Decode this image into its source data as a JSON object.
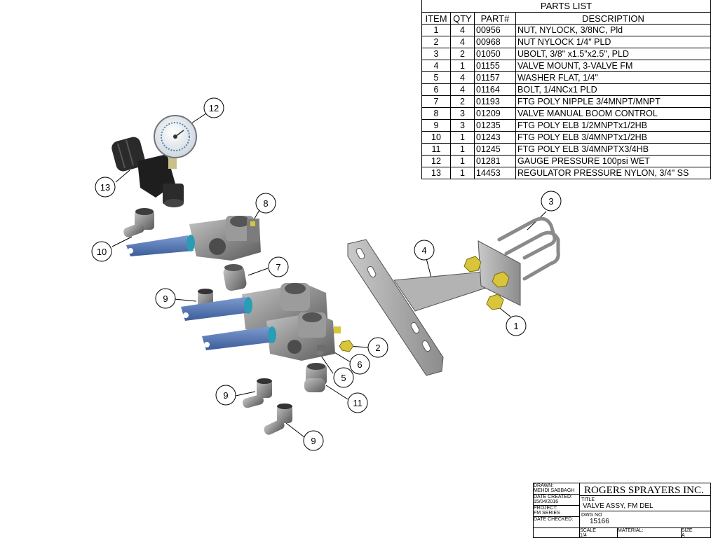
{
  "parts_list": {
    "title": "PARTS LIST",
    "headers": [
      "ITEM",
      "QTY",
      "PART#",
      "DESCRIPTION"
    ],
    "rows": [
      {
        "item": "1",
        "qty": "4",
        "part": "00956",
        "desc": "NUT, NYLOCK, 3/8NC, Pld"
      },
      {
        "item": "2",
        "qty": "4",
        "part": "00968",
        "desc": "NUT NYLOCK 1/4\" PLD"
      },
      {
        "item": "3",
        "qty": "2",
        "part": "01050",
        "desc": "UBOLT, 3/8\" x1.5\"x2.5\", PLD"
      },
      {
        "item": "4",
        "qty": "1",
        "part": "01155",
        "desc": "VALVE MOUNT, 3-VALVE FM"
      },
      {
        "item": "5",
        "qty": "4",
        "part": "01157",
        "desc": "WASHER FLAT, 1/4\""
      },
      {
        "item": "6",
        "qty": "4",
        "part": "01164",
        "desc": "BOLT, 1/4NCx1 PLD"
      },
      {
        "item": "7",
        "qty": "2",
        "part": "01193",
        "desc": "FTG POLY NIPPLE 3/4MNPT/MNPT"
      },
      {
        "item": "8",
        "qty": "3",
        "part": "01209",
        "desc": "VALVE MANUAL BOOM CONTROL"
      },
      {
        "item": "9",
        "qty": "3",
        "part": "01235",
        "desc": "FTG POLY ELB 1/2MNPTx1/2HB"
      },
      {
        "item": "10",
        "qty": "1",
        "part": "01243",
        "desc": "FTG POLY ELB 3/4MNPTx1/2HB"
      },
      {
        "item": "11",
        "qty": "1",
        "part": "01245",
        "desc": "FTG POLY ELB 3/4MNPTX3/4HB"
      },
      {
        "item": "12",
        "qty": "1",
        "part": "01281",
        "desc": "GAUGE PRESSURE 100psi WET"
      },
      {
        "item": "13",
        "qty": "1",
        "part": "14453",
        "desc": "REGULATOR PRESSURE NYLON, 3/4\" SS"
      }
    ]
  },
  "balloons": [
    "12",
    "13",
    "10",
    "8",
    "7",
    "9",
    "2",
    "6",
    "5",
    "11",
    "9",
    "9",
    "3",
    "4",
    "1"
  ],
  "title_block": {
    "drawn_label": "DRAWN:",
    "drawn_value": "MEHDI SABBAGH",
    "date_created_label": "DATE CREATED:",
    "date_created_value": "15/04/2016",
    "project_label": "PROJECT:",
    "project_value": "FM SERIES",
    "date_checked_label": "DATE CHECKED:",
    "company": "ROGERS SPRAYERS INC.",
    "title_label": "TITLE",
    "title_value": "VALVE ASSY, FM DEL",
    "dwg_no_label": "DWG NO",
    "dwg_no_value": "15166",
    "scale_label": "SCALE",
    "scale_value": "1/4",
    "material_label": "MATERIAL:",
    "size_label": "SIZE",
    "size_value": "A"
  },
  "colors": {
    "handle_blue": "#4a6fae",
    "part_grey": "#8a8a8a",
    "part_dark": "#3b3b3b",
    "bracket_grey": "#a9a9a9",
    "nut_yellow": "#d8c53a",
    "regulator_black": "#1e1e1e"
  }
}
